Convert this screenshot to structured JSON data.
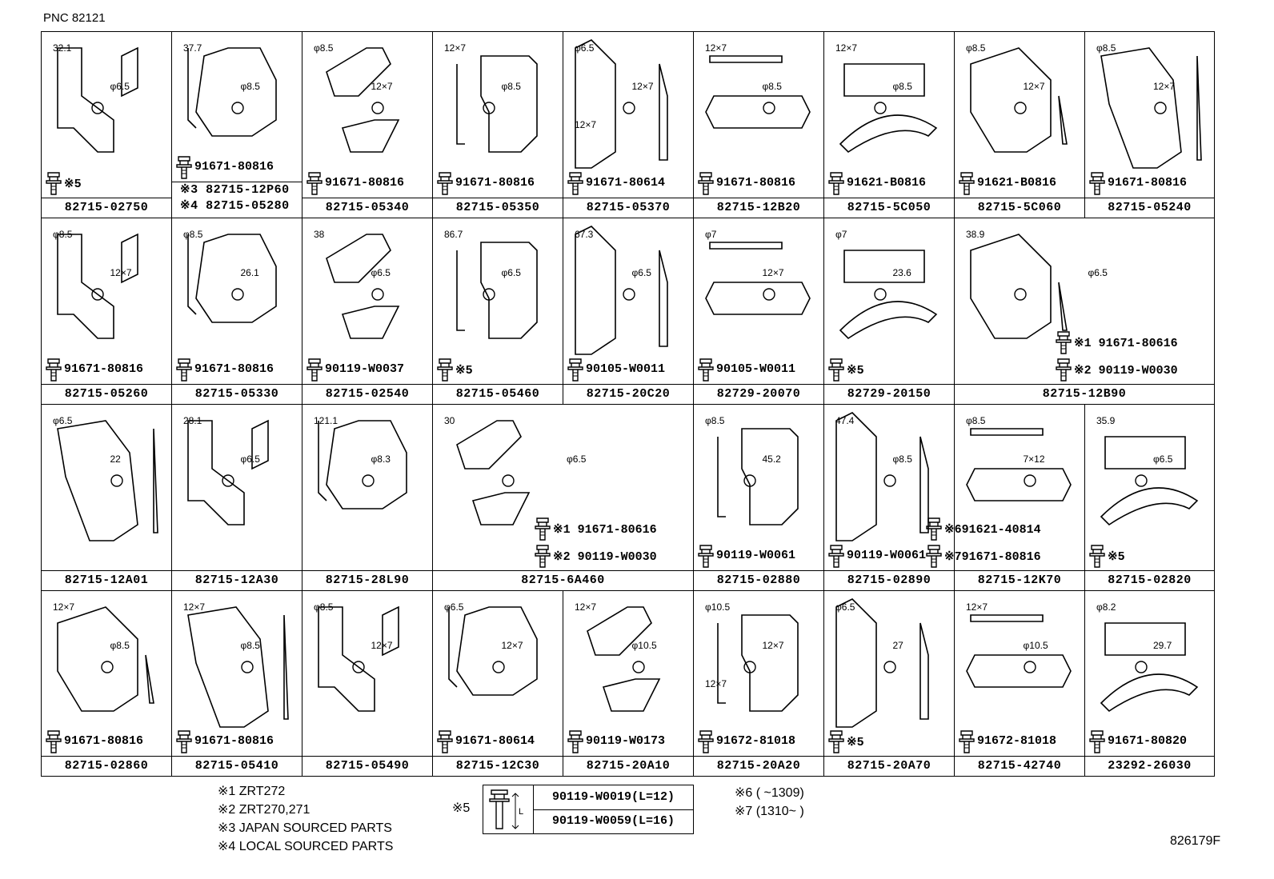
{
  "pnc": "PNC 82121",
  "drawing_code": "826179F",
  "cells": [
    {
      "part": "82715-02750",
      "bolt": "※5",
      "dims": [
        "32.1",
        "φ6.5"
      ]
    },
    {
      "part": "※3 82715-12P60",
      "part2": "※4 82715-05280",
      "bolt": "91671-80816",
      "dims": [
        "37.7",
        "φ8.5"
      ]
    },
    {
      "part": "82715-05340",
      "bolt": "91671-80816",
      "dims": [
        "φ8.5",
        "12×7"
      ]
    },
    {
      "part": "82715-05350",
      "bolt": "91671-80816",
      "dims": [
        "12×7",
        "φ8.5"
      ]
    },
    {
      "part": "82715-05370",
      "bolt": "91671-80614",
      "dims": [
        "φ6.5",
        "12×7",
        "12×7"
      ]
    },
    {
      "part": "82715-12B20",
      "bolt": "91671-80816",
      "dims": [
        "12×7",
        "φ8.5"
      ]
    },
    {
      "part": "82715-5C050",
      "bolt": "91621-B0816",
      "dims": [
        "12×7",
        "φ8.5"
      ]
    },
    {
      "part": "82715-5C060",
      "bolt": "91621-B0816",
      "dims": [
        "φ8.5",
        "12×7"
      ]
    },
    {
      "part": "82715-05240",
      "bolt": "91671-80816",
      "dims": [
        "φ8.5",
        "12×7"
      ]
    },
    {
      "part": "82715-05260",
      "bolt": "91671-80816",
      "dims": [
        "φ8.5",
        "12×7"
      ]
    },
    {
      "part": "82715-05330",
      "bolt": "91671-80816",
      "dims": [
        "φ8.5",
        "26.1"
      ]
    },
    {
      "part": "82715-02540",
      "bolt": "90119-W0037",
      "dims": [
        "38",
        "φ6.5"
      ]
    },
    {
      "part": "82715-05460",
      "bolt": "※5",
      "dims": [
        "86.7",
        "φ6.5"
      ]
    },
    {
      "part": "82715-20C20",
      "bolt": "90105-W0011",
      "dims": [
        "67.3",
        "φ6.5"
      ]
    },
    {
      "part": "82729-20070",
      "bolt": "90105-W0011",
      "dims": [
        "φ7",
        "12×7"
      ]
    },
    {
      "part": "82729-20150",
      "bolt": "※5",
      "dims": [
        "φ7",
        "23.6"
      ]
    },
    {
      "part": "82715-12B90",
      "bolts": [
        "※1 91671-80616",
        "※2 90119-W0030"
      ],
      "dims": [
        "38.9",
        "φ6.5"
      ]
    },
    {
      "part": "82715-12A01",
      "dims": [
        "φ6.5",
        "22"
      ]
    },
    {
      "part": "82715-12A30",
      "dims": [
        "28.1",
        "φ6.5"
      ]
    },
    {
      "part": "82715-28L90",
      "dims": [
        "121.1",
        "φ8.3"
      ]
    },
    {
      "part": "82715-6A460",
      "bolts": [
        "※1 91671-80616",
        "※2 90119-W0030"
      ],
      "dims": [
        "30",
        "φ6.5"
      ]
    },
    {
      "part": "82715-02880",
      "bolt": "90119-W0061",
      "dims": [
        "φ8.5",
        "45.2"
      ]
    },
    {
      "part": "82715-02890",
      "bolt": "90119-W0061",
      "dims": [
        "47.4",
        "φ8.5"
      ]
    },
    {
      "part": "82715-12K70",
      "bolts": [
        "※691621-40814",
        "※791671-80816"
      ],
      "dims": [
        "φ8.5",
        "7×12"
      ]
    },
    {
      "part": "82715-02820",
      "bolt": "※5",
      "dims": [
        "35.9",
        "φ6.5"
      ]
    },
    {
      "part": "82715-02860",
      "bolt": "91671-80816",
      "dims": [
        "12×7",
        "φ8.5"
      ]
    },
    {
      "part": "82715-05410",
      "bolt": "91671-80816",
      "dims": [
        "12×7",
        "φ8.5"
      ]
    },
    {
      "part": "82715-05490",
      "dims": [
        "φ8.5",
        "12×7"
      ]
    },
    {
      "part": "82715-12C30",
      "bolt": "91671-80614",
      "dims": [
        "φ6.5",
        "12×7"
      ]
    },
    {
      "part": "82715-20A10",
      "bolt": "90119-W0173",
      "dims": [
        "12×7",
        "φ10.5"
      ]
    },
    {
      "part": "82715-20A20",
      "bolt": "91672-81018",
      "dims": [
        "φ10.5",
        "12×7",
        "12×7"
      ]
    },
    {
      "part": "82715-20A70",
      "bolt": "※5",
      "dims": [
        "φ6.5",
        "27"
      ]
    },
    {
      "part": "82715-42740",
      "bolt": "91672-81018",
      "dims": [
        "12×7",
        "φ10.5"
      ]
    },
    {
      "part": "23292-26030",
      "bolt": "91671-80820",
      "dims": [
        "φ8.2",
        "29.7"
      ]
    }
  ],
  "notes": [
    "※1 ZRT272",
    "※2 ZRT270,271",
    "※3 JAPAN SOURCED PARTS",
    "※4 LOCAL SOURCED PARTS"
  ],
  "notes2": [
    "※6 (      ~1309)",
    "※7 (1310~      )"
  ],
  "ref_mark": "※5",
  "ref_rows": [
    "90119-W0019(L=12)",
    "90119-W0059(L=16)"
  ]
}
